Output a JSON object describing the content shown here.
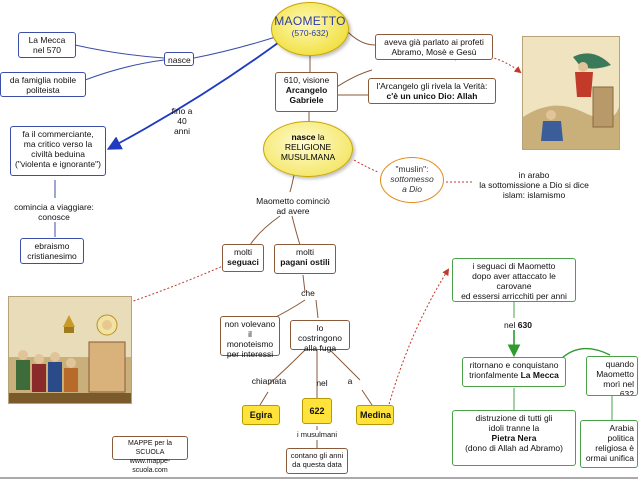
{
  "title": {
    "name": "MAOMETTO",
    "dates": "(570-632)"
  },
  "nodes": {
    "mecca": "La Mecca\nnel 570",
    "nasce": "nasce",
    "family": "da famiglia nobile\npoliteista",
    "fino40": "fino a\n40 anni",
    "merchant": "fa il commerciante,\nma critico verso la\nciviltà beduina\n(\"violenta e ignorante\")",
    "travel": "comincia a viaggiare:\nconosce",
    "religions": "ebraismo\ncristianesimo",
    "prophets": "aveva già parlato ai profeti\nAbramo, Mosè e Gesù",
    "vision_pre": "610, visione",
    "vision_bold": "Arcangelo\nGabriele",
    "reveal_pre": "l'Arcangelo gli rivela la Verità:",
    "reveal_bold": "c'è un unico Dio: Allah",
    "religion_bold": "nasce",
    "religion_rest": "la\nRELIGIONE\nMUSULMANA",
    "muslin_q": "\"muslin\":",
    "muslin_i": "sottomesso\na Dio",
    "arabic": "in arabo\nla sottomissione a Dio si dice\nislam: islamismo",
    "began": "Maometto cominciò\nad avere",
    "few_pre": "molti",
    "few_bold": "seguaci",
    "pagans_pre": "molti",
    "pagans_bold": "pagani ostili",
    "che": "che",
    "refuse": "non volevano\nil monoteismo\nper interessi",
    "flee": "lo costringono\nalla fuga",
    "chiamata": "chiamata",
    "nel": "nel",
    "a": "a",
    "egira": "Egira",
    "year622": "622",
    "muslims": "i musulmani",
    "count": "contano gli anni\nda questa data",
    "medina": "Medina",
    "followers": "i seguaci di Maometto\ndopo aver attaccato le carovane\ned essersi arricchiti per anni",
    "nel630_pre": "nel",
    "nel630_bold": "630",
    "return_pre": "ritornano e conquistano\ntrionfalmente",
    "return_bold": "La Mecca",
    "destroy_pre": "distruzione di tutti gli\nidoli tranne la",
    "destroy_bold": "Pietra Nera",
    "destroy_post": "(dono di Allah ad Abramo)",
    "death_pre": "quando\nMaometto",
    "death_post": "morì nel 632",
    "arabia": "Arabia politica\nreligiosa è\normai unifica"
  },
  "credit": {
    "line1": "MAPPE per la SCUOLA",
    "line2": "www.mappe-scuola.com"
  },
  "colors": {
    "blue_link": "#2b3da0",
    "brown_link": "#7a4a2a",
    "green_link": "#3aa43a",
    "red_dashed": "#c0392b",
    "yellow": "#ffe23a"
  }
}
